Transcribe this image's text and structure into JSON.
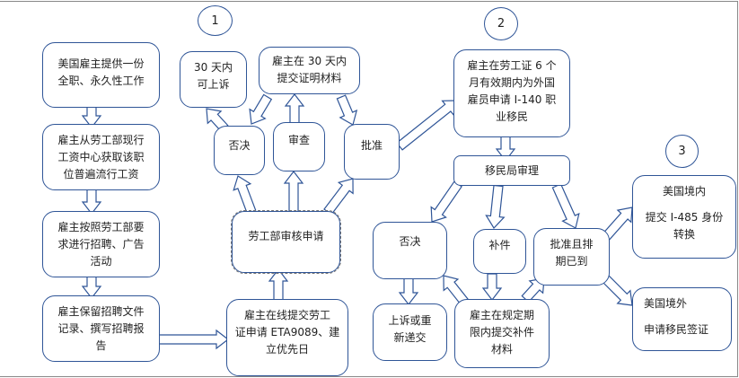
{
  "colors": {
    "stroke": "#2f5597",
    "fill": "#ffffff",
    "text": "#222222"
  },
  "steps": [
    "1",
    "2",
    "3"
  ],
  "nodes": {
    "job_offer": {
      "lines": [
        "美国雇主提供一份",
        "全职、永久性工作"
      ]
    },
    "wage": {
      "lines": [
        "雇主从劳工部现行",
        "工资中心获取该职",
        "位普遍流行工资"
      ]
    },
    "recruit": {
      "lines": [
        "雇主按照劳工部要",
        "求进行招聘、广告",
        "活动"
      ]
    },
    "records": {
      "lines": [
        "雇主保留招聘文件",
        "记录、撰写招聘报",
        "告"
      ]
    },
    "online_submit": {
      "lines": [
        "雇主在线提交劳工",
        "证申请 ETA9089、建",
        "立优先日"
      ]
    },
    "labor_review": {
      "lines": [
        "劳工部审核申请"
      ]
    },
    "deny1": {
      "lines": [
        "否决"
      ]
    },
    "audit": {
      "lines": [
        "审查"
      ]
    },
    "approve1": {
      "lines": [
        "批准"
      ]
    },
    "appeal30": {
      "lines": [
        "30 天内",
        "可上诉"
      ]
    },
    "submit30": {
      "lines": [
        "雇主在 30 天内",
        "提交证明材料"
      ]
    },
    "i140": {
      "lines": [
        "雇主在劳工证 6 个",
        "月有效期内为外国",
        "雇员申请 I-140 职",
        "业移民"
      ]
    },
    "uscis_review": {
      "lines": [
        "移民局审理"
      ]
    },
    "deny2": {
      "lines": [
        "否决"
      ]
    },
    "rfe": {
      "lines": [
        "补件"
      ]
    },
    "approve2": {
      "lines": [
        "批准且排",
        "期已到"
      ]
    },
    "appeal2": {
      "lines": [
        "上诉或重",
        "新递交"
      ]
    },
    "rfe_submit": {
      "lines": [
        "雇主在规定期",
        "限内提交补件",
        "材料"
      ]
    },
    "in_us": {
      "title": "美国境内",
      "lines": [
        "提交 I-485 身份",
        "转换"
      ]
    },
    "out_us": {
      "title": "美国境外",
      "lines": [
        "申请移民签证"
      ]
    }
  }
}
